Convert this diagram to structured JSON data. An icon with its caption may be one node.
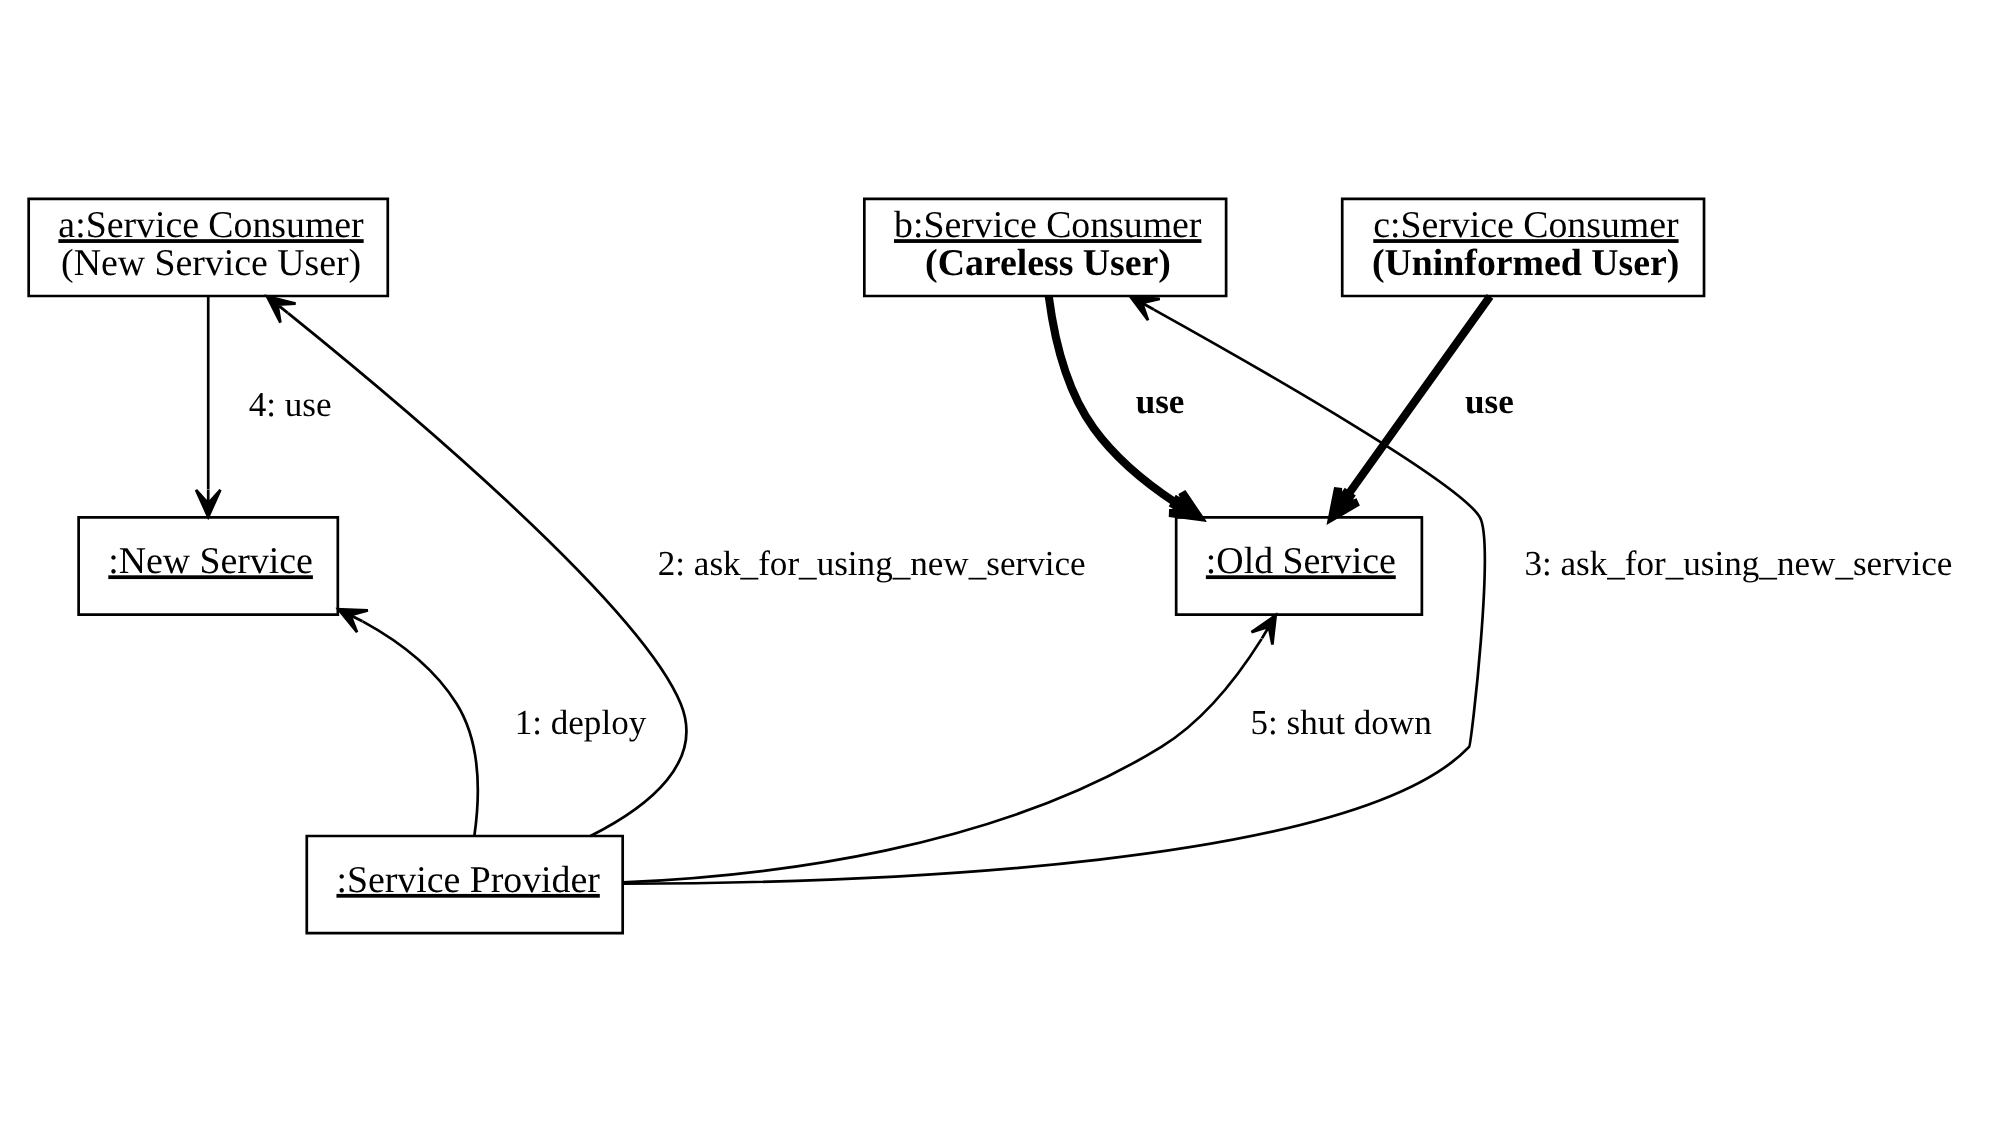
{
  "diagram": {
    "nodes": [
      {
        "text": [
          "a:Service Consumer",
          "(New Service User)"
        ]
      },
      {
        "text": [
          "b:Service Consumer",
          "(Careless User)"
        ]
      },
      {
        "text": [
          "c:Service Consumer",
          "(Uninformed User)"
        ]
      },
      {
        "text": [
          ":New Service"
        ]
      },
      {
        "text": [
          ":Old Service"
        ]
      },
      {
        "text": [
          ":Service Provider"
        ]
      }
    ],
    "edges": [
      {
        "from": 5,
        "to": 3,
        "arrow": "to",
        "label": "1: deploy"
      },
      {
        "from": 5,
        "to": 0,
        "arrow": "to",
        "label": "2: ask_for_using_new_service"
      },
      {
        "from": 5,
        "to": 1,
        "arrow": "to",
        "label": "3: ask_for_using_new_service"
      },
      {
        "from": 0,
        "to": 3,
        "arrow": "to",
        "label": "4: use"
      },
      {
        "from": 5,
        "to": 4,
        "arrow": "to",
        "label": "5: shut down"
      },
      {
        "from": 1,
        "to": 4,
        "arrow": "to",
        "label": "use",
        "style": "thick"
      },
      {
        "from": 2,
        "to": 4,
        "arrow": "to",
        "label": "use",
        "style": "thick"
      }
    ]
  }
}
